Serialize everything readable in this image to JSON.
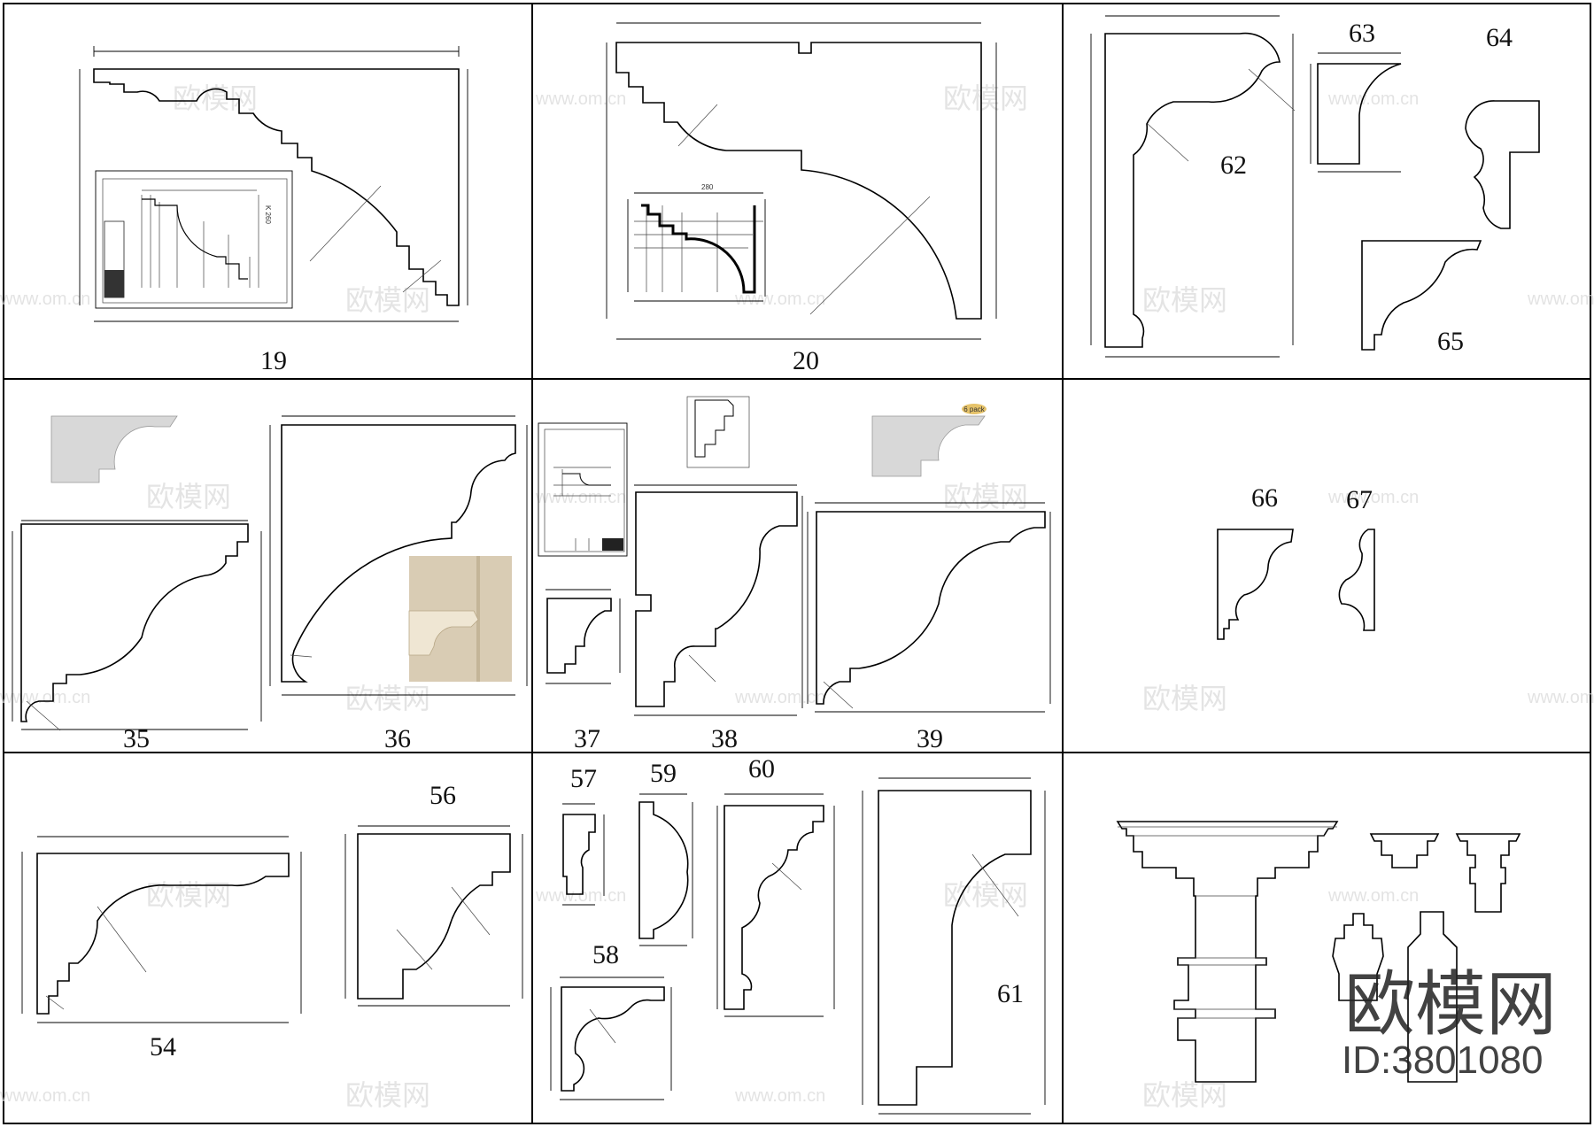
{
  "profile_numbers": {
    "p19": "19",
    "p20": "20",
    "p62": "62",
    "p63": "63",
    "p64": "64",
    "p65": "65",
    "p35": "35",
    "p36": "36",
    "p37": "37",
    "p38": "38",
    "p39": "39",
    "p66": "66",
    "p67": "67",
    "p54": "54",
    "p56": "56",
    "p57": "57",
    "p58": "58",
    "p59": "59",
    "p60": "60",
    "p61": "61"
  },
  "inset_labels": {
    "k260": "K 260",
    "dim_280": "280",
    "six_pack": "6 pack"
  },
  "watermark": {
    "brand": "欧模网",
    "url": "www.om.cn",
    "logo_text": "欧模网",
    "id_text": "ID:3801080"
  },
  "colors": {
    "line": "#000000",
    "background": "#ffffff",
    "watermark": "#cfcfcf",
    "photo_wall": "#d9ccb4"
  }
}
